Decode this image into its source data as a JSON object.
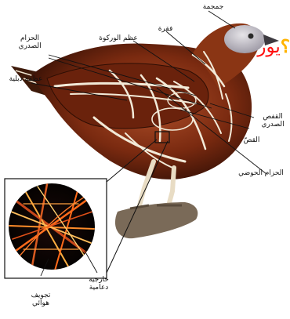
{
  "banner": {
    "text": "يور",
    "mark": "؟"
  },
  "labels": {
    "skull": "جمجمة",
    "vertebra": "فقرة",
    "pygostyle": "عظم الوركوة",
    "pectoral_girdle": "الحزام الصدري",
    "ribs": "عظمة دبلية",
    "breastbone": "القفص الصدري",
    "cage": "القصّ",
    "pelvic_girdle": "الحزام الحوضي",
    "air_space": "تجويف هوائي",
    "outer_bone": "خارجية دعامية"
  },
  "colors": {
    "banner": "#ff1010",
    "mark": "#ffb300",
    "bone": "#f2ead8",
    "muscle": "#7a2a10"
  },
  "icons": {
    "inset": "bone-cross-section-magnifier"
  }
}
